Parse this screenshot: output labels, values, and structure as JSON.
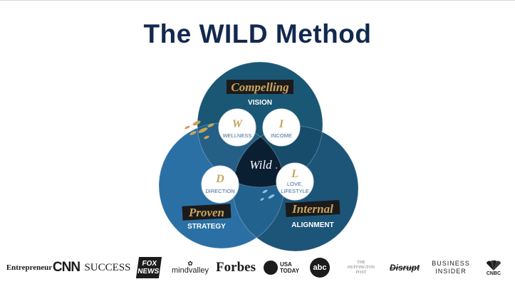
{
  "slide": {
    "title": "The WILD Method"
  },
  "colors": {
    "title": "#12294f",
    "circle_top": "#1a5775",
    "circle_left": "#2b70a4",
    "circle_right": "#1c5578",
    "center": "#0b1f33",
    "gold": "#c9a45c",
    "label_band": "#1b1b1b",
    "node_text": "#3d6d9a"
  },
  "diagram": {
    "circles": [
      {
        "script": "Compelling",
        "caption": "VISION"
      },
      {
        "script": "Proven",
        "caption": "STRATEGY"
      },
      {
        "script": "Internal",
        "caption": "ALIGNMENT"
      }
    ],
    "nodes": [
      {
        "letter": "W",
        "label": "WELLNESS"
      },
      {
        "letter": "I",
        "label": "INCOME"
      },
      {
        "letter": "D",
        "label": "DIRECTION"
      },
      {
        "letter": "L",
        "label_line1": "LOVE,",
        "label_line2": "LIFESTYLE"
      }
    ],
    "center_logo": {
      "main": "Wild",
      "accent": "."
    }
  },
  "logos": {
    "entrepreneur": "Entrepreneur",
    "cnn": "CNN",
    "success": "SUCCESS",
    "fox_line1": "FOX",
    "fox_line2": "NEWS",
    "mindvalley_mark": "✿",
    "mindvalley": "mindvalley",
    "forbes": "Forbes",
    "usatoday_line1": "USA",
    "usatoday_line2": "TODAY",
    "abc": "abc",
    "huffpost_line1": "THE",
    "huffpost_line2": "HUFFINGTON",
    "huffpost_line3": "POST",
    "disrupt": "Disrupt",
    "bi_line1": "BUSINESS",
    "bi_line2": "INSIDER",
    "cnbc_icon": "peacock-icon",
    "cnbc": "CNBC"
  }
}
